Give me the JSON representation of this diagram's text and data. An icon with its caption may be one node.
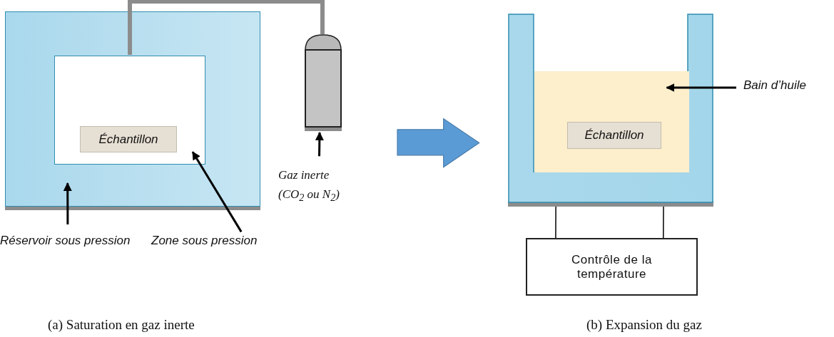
{
  "diagram": {
    "nodes": [
      {
        "text": [],
        "shape": "box"
      },
      {
        "text": [],
        "shape": "box",
        "in": 0
      },
      {
        "text": [
          "Échantillon"
        ],
        "in": 1
      },
      {
        "text": [],
        "shape": "cylinder"
      },
      {
        "text": [
          "Réservoir sous pression"
        ]
      },
      {
        "text": [
          "Zone sous pression"
        ]
      },
      {
        "text": [
          "Gaz inerte (CO$_{2}$ ou N$_{2}$)"
        ]
      },
      {
        "text": [],
        "shape": "box"
      },
      {
        "text": [],
        "shape": "box",
        "in": 7
      },
      {
        "text": [
          "Échantillon"
        ],
        "in": 8
      },
      {
        "text": [
          "Bain d’huile"
        ]
      },
      {
        "text": [
          "Contrôle de la température"
        ]
      }
    ],
    "edges": [
      {
        "from": 1,
        "to": 3,
        "arrow": "none",
        "style": "thick",
        "color": "#8c8c8c"
      },
      {
        "from": 4,
        "to": 0,
        "arrow": "to"
      },
      {
        "from": 5,
        "to": 1,
        "arrow": "to"
      },
      {
        "from": 6,
        "to": 3,
        "arrow": "to"
      },
      {
        "from": 3,
        "to": 7,
        "arrow": "to",
        "style": "thick",
        "color": "#5b9bd5"
      },
      {
        "from": 10,
        "to": 8,
        "arrow": "to"
      },
      {
        "from": 7,
        "to": 11,
        "arrow": "none"
      },
      {
        "from": 7,
        "to": 11,
        "arrow": "none"
      }
    ],
    "labels": [
      "(a) Saturation en gaz inerte",
      "(b) Expansion du gaz"
    ]
  }
}
